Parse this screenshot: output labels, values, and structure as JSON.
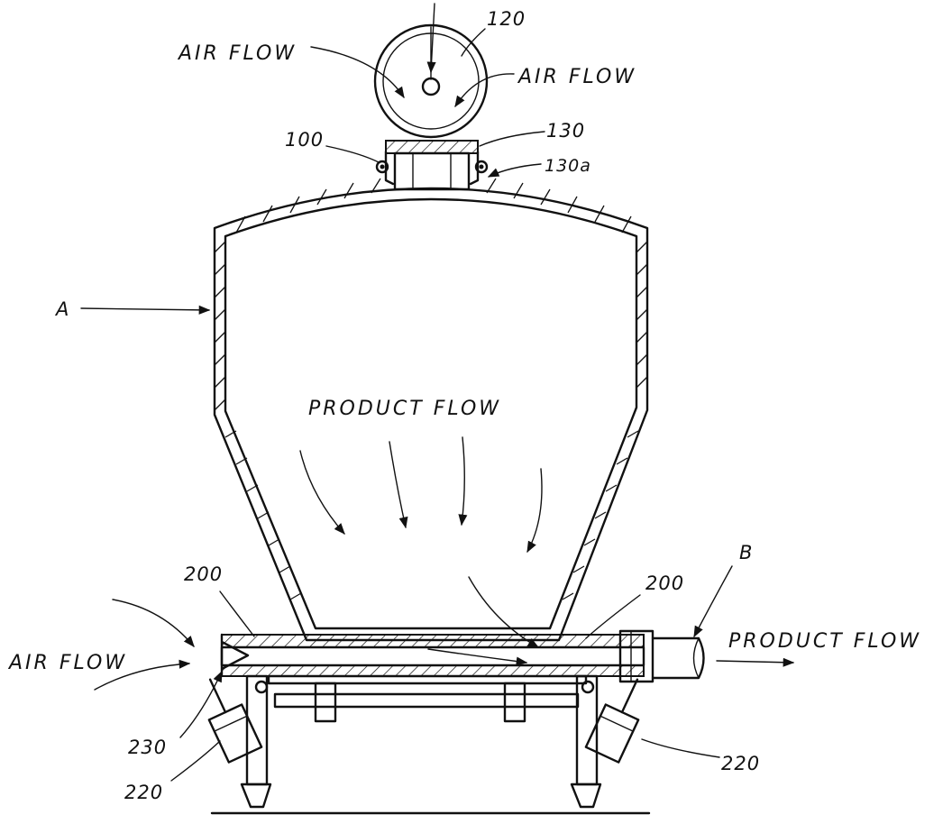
{
  "labels": {
    "air_flow_top_left": "AIR FLOW",
    "air_flow_top_right": "AIR FLOW",
    "air_flow_bottom_left": "AIR FLOW",
    "product_flow_center": "PRODUCT FLOW",
    "product_flow_right": "PRODUCT FLOW",
    "ref_a": "A",
    "ref_b": "B",
    "ref_100": "100",
    "ref_120": "120",
    "ref_130": "130",
    "ref_130a": "130a",
    "ref_200_left": "200",
    "ref_200_right": "200",
    "ref_220_left": "220",
    "ref_220_right": "220",
    "ref_230": "230"
  },
  "colors": {
    "ink": "#111111",
    "paper": "#ffffff"
  }
}
